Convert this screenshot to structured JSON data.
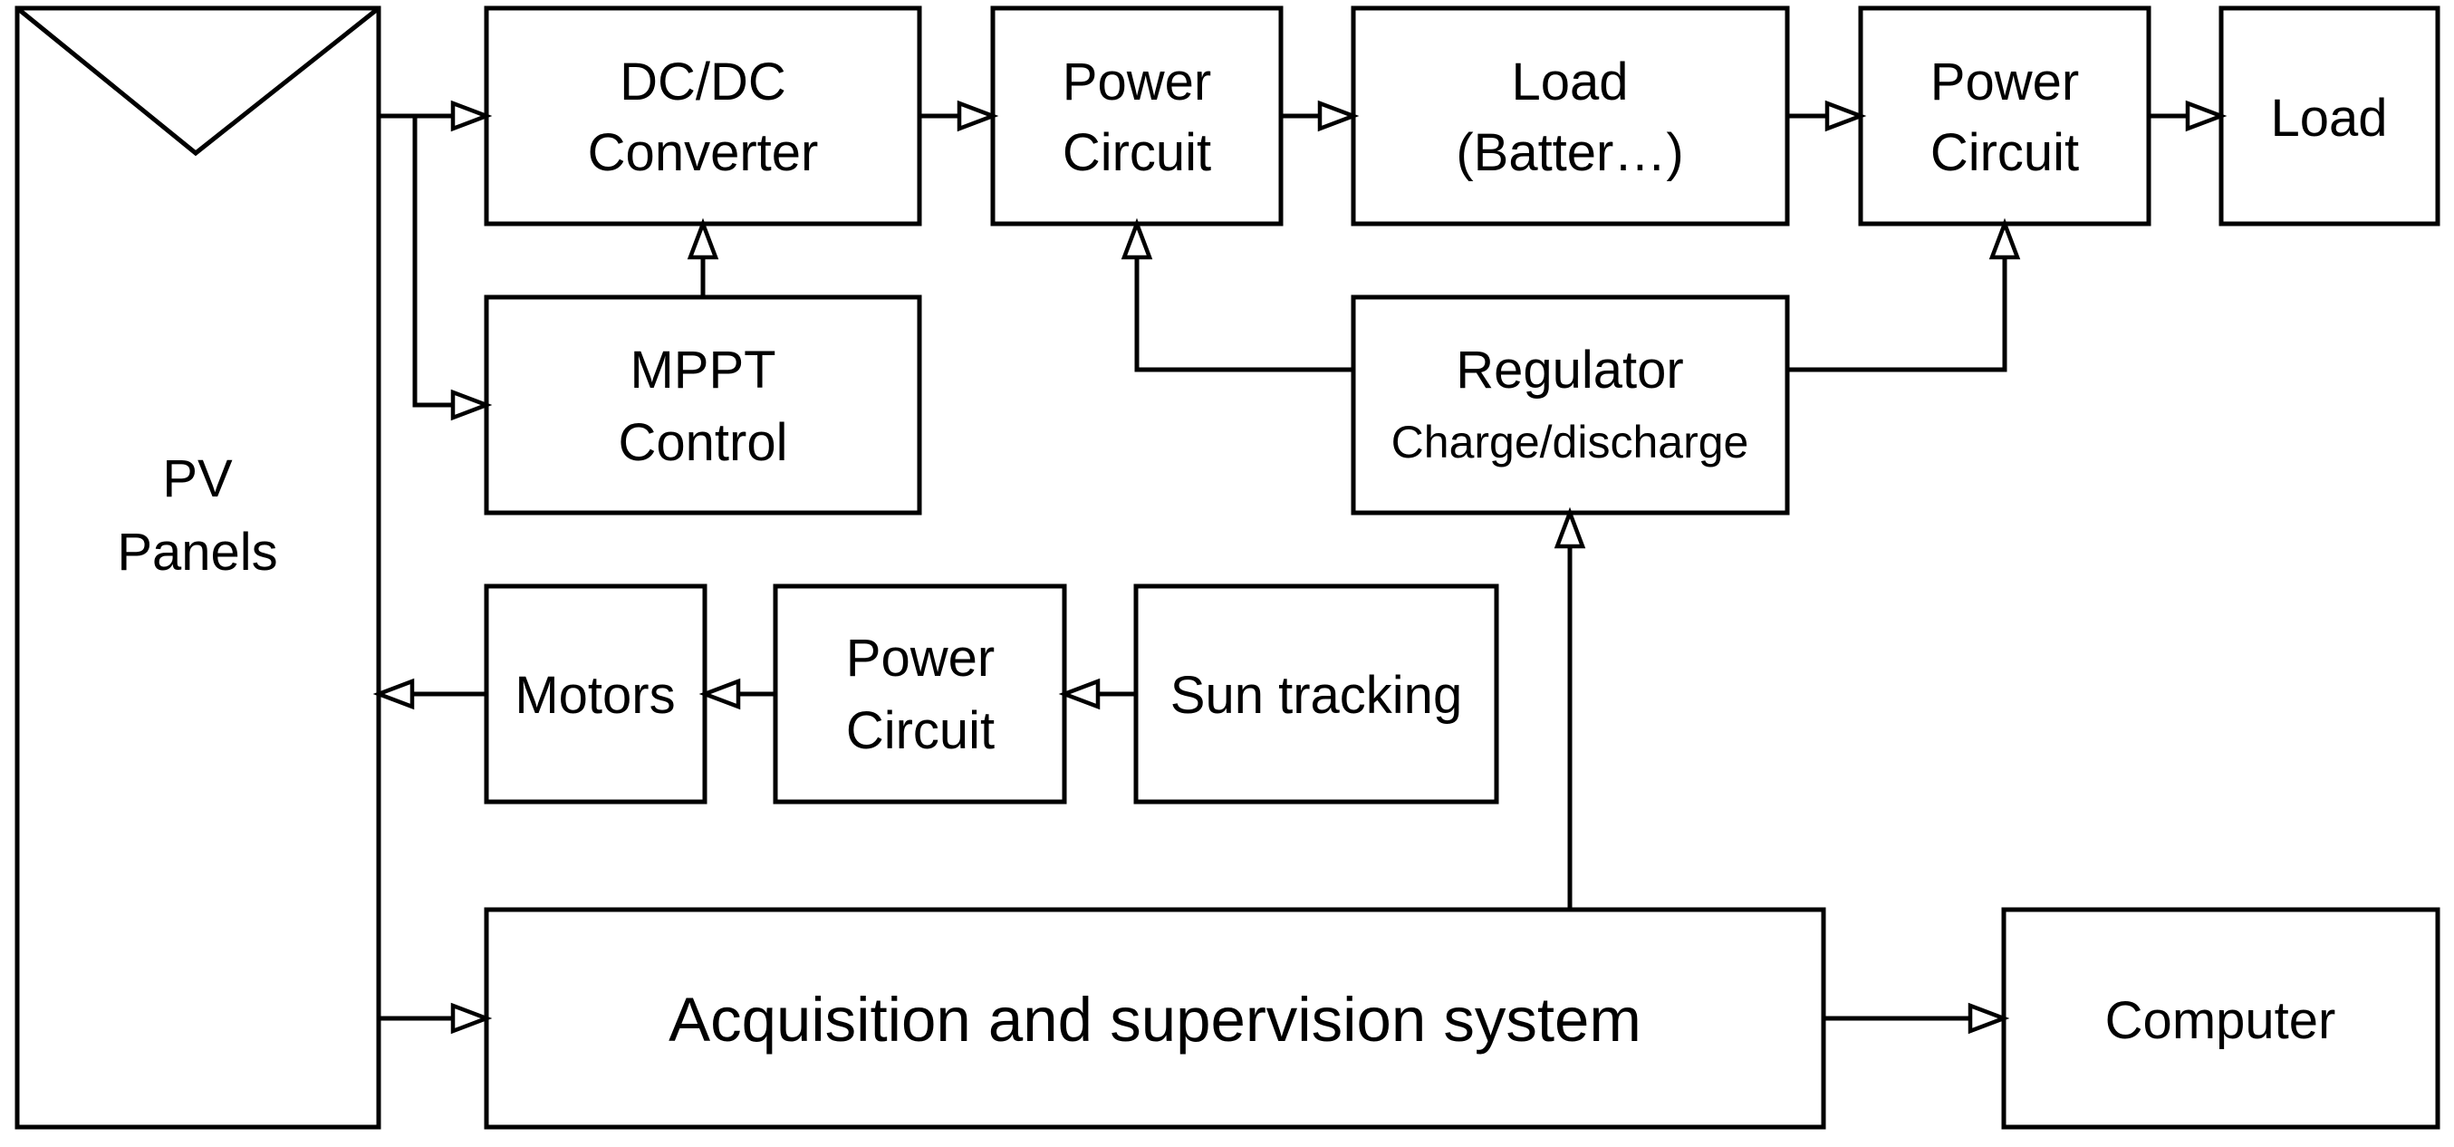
{
  "blocks": {
    "pv_panels": {
      "line1": "PV",
      "line2": "Panels"
    },
    "dcdc_converter": {
      "line1": "DC/DC",
      "line2": "Converter"
    },
    "mppt_control": {
      "line1": "MPPT",
      "line2": "Control"
    },
    "power_circuit_1": {
      "line1": "Power",
      "line2": "Circuit"
    },
    "load_battery": {
      "line1": "Load",
      "line2": "(Batter…)"
    },
    "power_circuit_2": {
      "line1": "Power",
      "line2": "Circuit"
    },
    "load": {
      "label": "Load"
    },
    "regulator": {
      "line1": "Regulator",
      "line2": "Charge/discharge"
    },
    "motors": {
      "label": "Motors"
    },
    "power_circuit_3": {
      "line1": "Power",
      "line2": "Circuit"
    },
    "sun_tracking": {
      "label": "Sun tracking"
    },
    "acquisition": {
      "label": "Acquisition and supervision system"
    },
    "computer": {
      "label": "Computer"
    }
  },
  "connections": [
    {
      "from": "pv_panels",
      "to": "dcdc_converter"
    },
    {
      "from": "pv_panels",
      "to": "mppt_control"
    },
    {
      "from": "mppt_control",
      "to": "dcdc_converter"
    },
    {
      "from": "dcdc_converter",
      "to": "power_circuit_1"
    },
    {
      "from": "power_circuit_1",
      "to": "load_battery"
    },
    {
      "from": "load_battery",
      "to": "power_circuit_2"
    },
    {
      "from": "power_circuit_2",
      "to": "load"
    },
    {
      "from": "regulator",
      "to": "power_circuit_1"
    },
    {
      "from": "regulator",
      "to": "power_circuit_2"
    },
    {
      "from": "acquisition",
      "to": "regulator"
    },
    {
      "from": "sun_tracking",
      "to": "power_circuit_3"
    },
    {
      "from": "power_circuit_3",
      "to": "motors"
    },
    {
      "from": "motors",
      "to": "pv_panels"
    },
    {
      "from": "pv_panels",
      "to": "acquisition"
    },
    {
      "from": "acquisition",
      "to": "computer"
    }
  ]
}
